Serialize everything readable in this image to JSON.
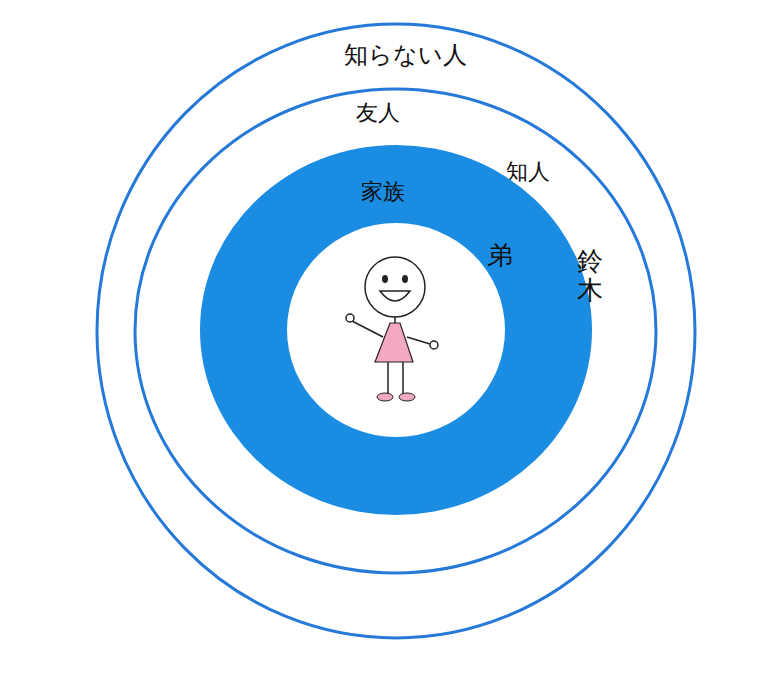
{
  "diagram": {
    "nodes": [
      {
        "text": [
          "知らない人"
        ]
      },
      {
        "text": [
          "友人",
          "知人"
        ],
        "in": 0
      },
      {
        "text": [
          "家族"
        ],
        "in": 1
      }
    ],
    "labels": [
      "弟",
      "鈴木"
    ]
  }
}
